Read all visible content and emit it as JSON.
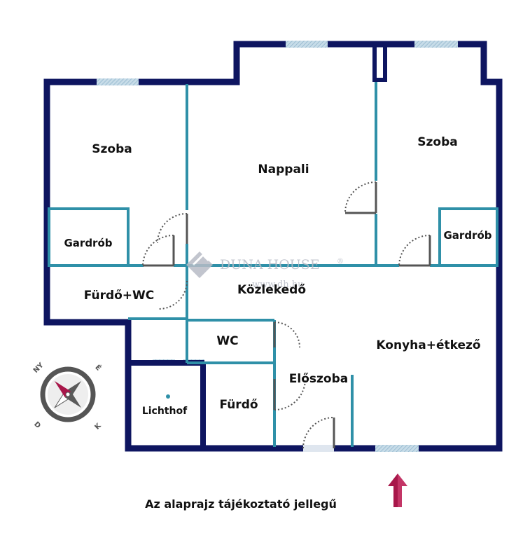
{
  "colors": {
    "outer_wall": "#0e1560",
    "inner_wall": "#2f90a8",
    "window": "#a7c6d8",
    "door_arc": "#555555",
    "arrow": "#a8174a",
    "watermark": "#b8bcc6"
  },
  "rooms": {
    "szoba_left": "Szoba",
    "nappali": "Nappali",
    "szoba_right": "Szoba",
    "gardrob_left": "Gardrób",
    "gardrob_right": "Gardrób",
    "furdo_wc": "Fürdő+WC",
    "kozlekedo": "Közlekedő",
    "wc": "WC",
    "konyha": "Konyha+étkező",
    "eloszoba": "Előszoba",
    "lichthof": "Lichthof",
    "furdo": "Fürdő"
  },
  "watermark": {
    "brand": "DUNA HOUSE",
    "registered": "®",
    "url": "www.dh.hu"
  },
  "compass": {
    "ny": "NY",
    "e": "É",
    "d": "D",
    "k": "K",
    "icon": "compass-icon"
  },
  "entrance_arrow": {
    "icon": "up-arrow-icon"
  },
  "caption": "Az alaprajz tájékoztató jellegű"
}
